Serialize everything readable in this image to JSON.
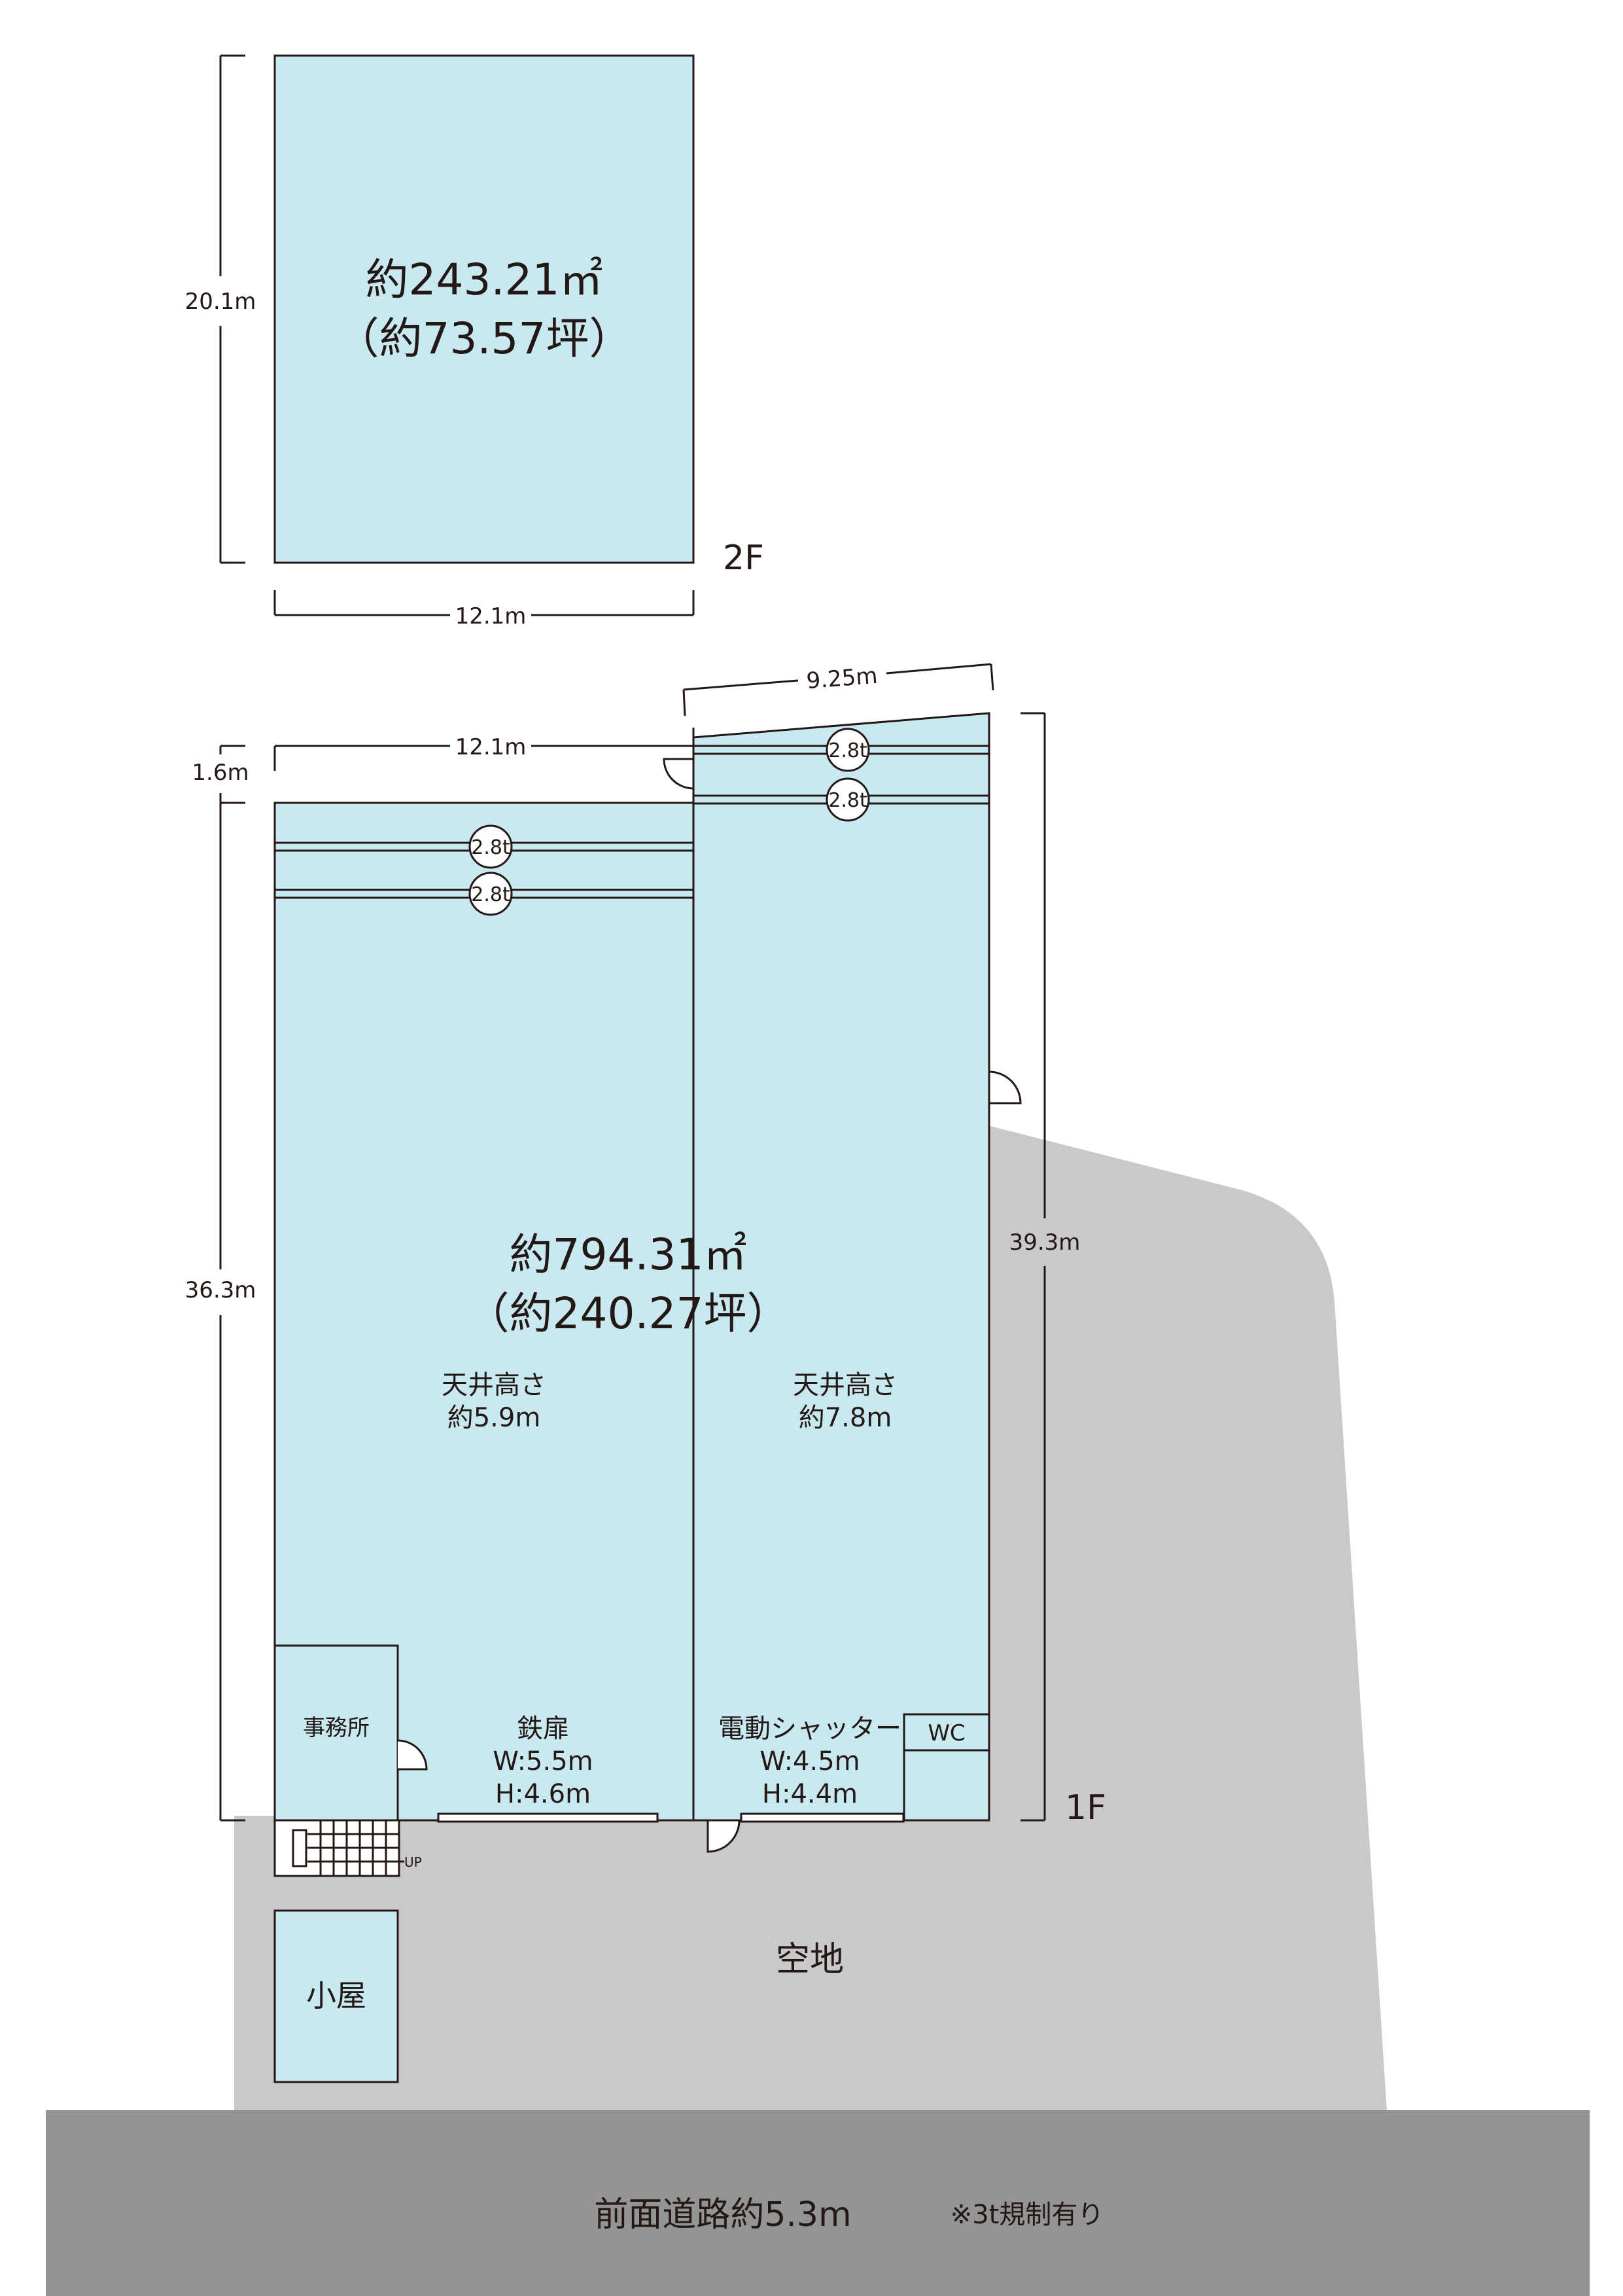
{
  "colors": {
    "room_fill": "#c8e9ef",
    "yard_fill": "#c9c9c9",
    "road_fill": "#949494",
    "line": "#231815"
  },
  "floor2": {
    "area_m2": "約243.21㎡",
    "area_tsubo": "（約73.57坪）",
    "height_dim": "20.1m",
    "width_dim": "12.1m",
    "floor_label": "2F"
  },
  "floor1": {
    "top_dim_left": "12.1m",
    "top_dim_right": "9.25m",
    "offset_dim": "1.6m",
    "left_dim": "36.3m",
    "right_dim": "39.3m",
    "area_m2": "約794.31㎡",
    "area_tsubo": "（約240.27坪）",
    "left_ceiling": {
      "line1": "天井高さ",
      "line2": "約5.9m"
    },
    "right_ceiling": {
      "line1": "天井高さ",
      "line2": "約7.8m"
    },
    "crane_label": "2.8t",
    "office_label": "事務所",
    "steel_door": {
      "name": "鉄扉",
      "w": "W:5.5m",
      "h": "H:4.6m"
    },
    "shutter": {
      "name": "電動シャッター",
      "w": "W:4.5m",
      "h": "H:4.4m"
    },
    "wc_label": "WC",
    "stairs_label": "UP",
    "floor_label": "1F"
  },
  "shed_label": "小屋",
  "yard_label": "空地",
  "road": {
    "label": "前面道路約5.3m",
    "note": "※3t規制有り"
  }
}
